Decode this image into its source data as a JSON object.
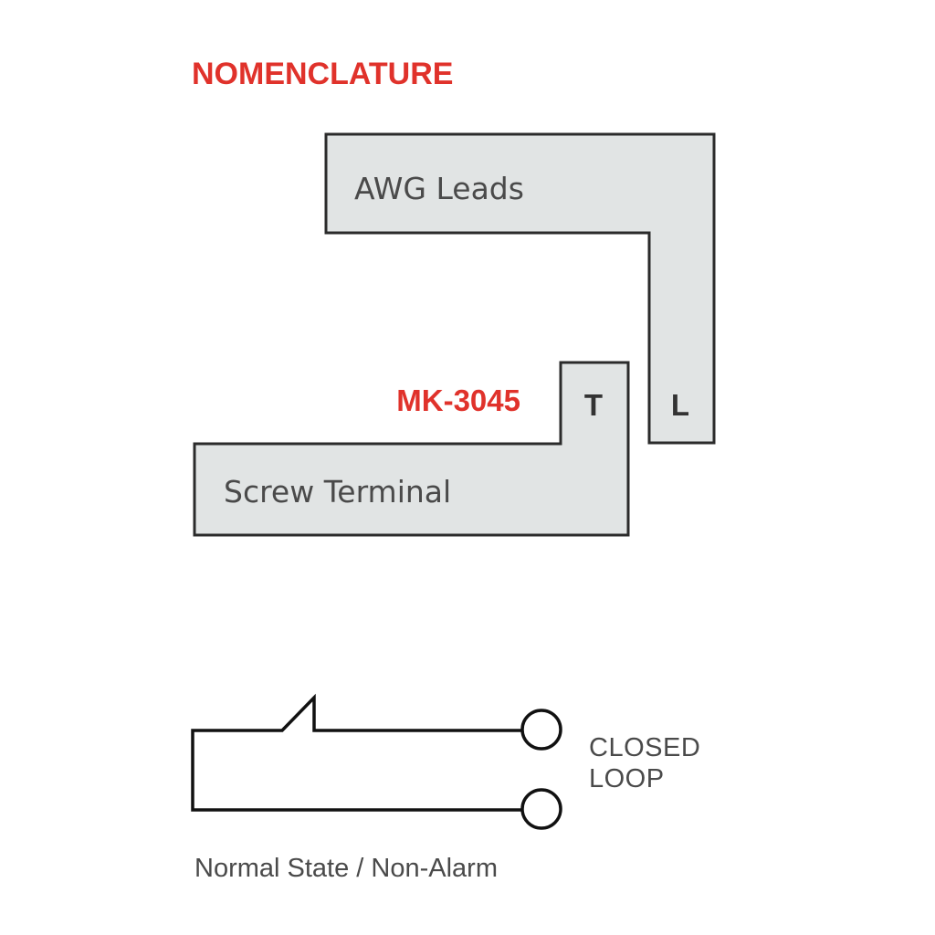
{
  "heading": "NOMENCLATURE",
  "model": "MK-3045",
  "parts": {
    "leads": {
      "label": "AWG Leads",
      "letter": "L"
    },
    "terminal": {
      "label": "Screw Terminal",
      "letter": "T"
    }
  },
  "schematic": {
    "state_line1": "CLOSED",
    "state_line2": "LOOP",
    "caption": "Normal State / Non-Alarm"
  },
  "colors": {
    "accent": "#e0322b",
    "shape_fill": "#e1e4e4",
    "text": "#4a4a4a"
  }
}
